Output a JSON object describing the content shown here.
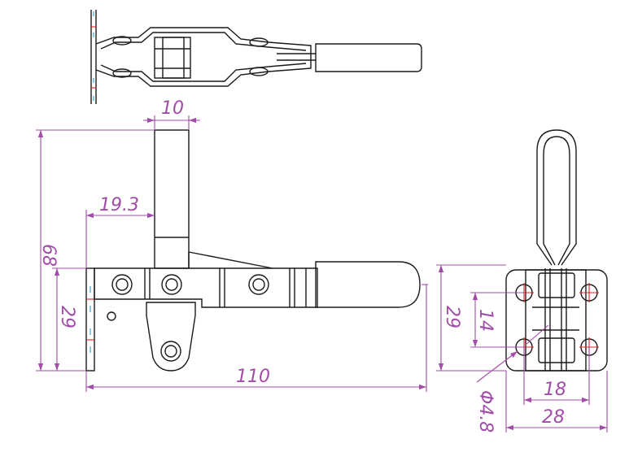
{
  "drawing": {
    "title": "",
    "colors": {
      "outline": "#1a1a1a",
      "dimension": "#a04ca8",
      "centerline": "#e02020",
      "hidden_line": "#4fb9d6"
    },
    "views": [
      "top-view",
      "front-view",
      "side-view"
    ],
    "dimensions": {
      "handle_width": "10",
      "handle_offset": "19.3",
      "total_height": "68",
      "base_height": "29",
      "total_length": "110",
      "side_base_height": "29",
      "hole_spacing_vertical": "14",
      "hole_spacing_horizontal": "18",
      "base_width": "28",
      "hole_diameter": "Φ4.8"
    }
  }
}
